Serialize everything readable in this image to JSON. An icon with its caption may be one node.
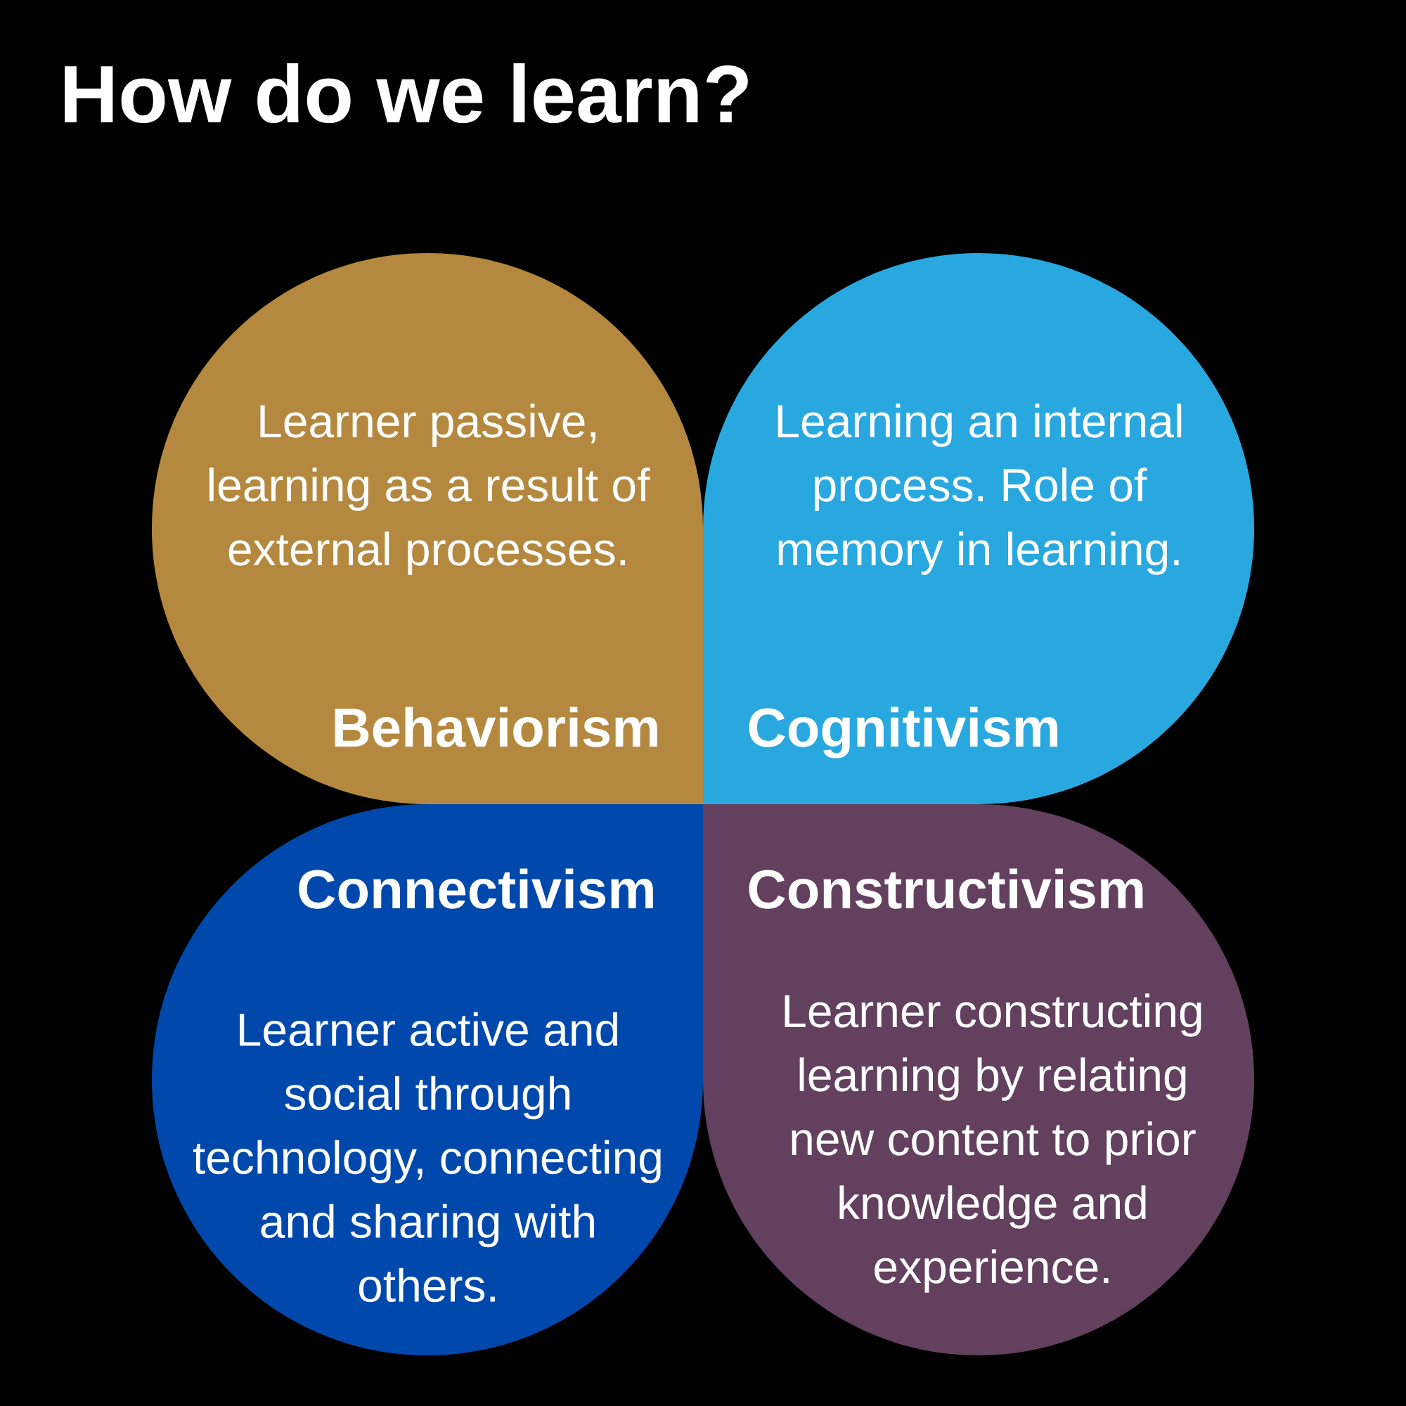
{
  "diagram": {
    "title": "How do we learn?",
    "nodes": [
      {
        "text": [
          "Learner passive, learning as a result of external processes.",
          "Behaviorism"
        ]
      },
      {
        "text": [
          "Learning an internal process. Role of memory in learning.",
          "Cognitivism"
        ]
      },
      {
        "text": [
          "Connectivism",
          "Learner active and social through technology, connecting and sharing with others."
        ]
      },
      {
        "text": [
          "Constructivism",
          "Learner constructing learning by relating new content to prior knowledge and experience."
        ]
      }
    ]
  }
}
